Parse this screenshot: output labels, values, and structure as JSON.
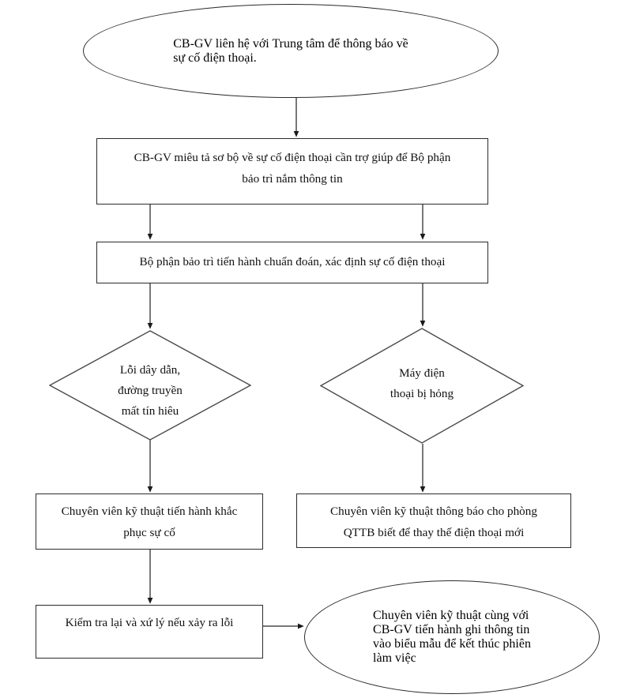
{
  "diagram": {
    "title": "Quy trinh xu ly su co dien thoai",
    "type": "flowchart",
    "stroke_color": "#2b2b2b",
    "background": "#ffffff",
    "nodes": [
      {
        "id": "start",
        "shape": "ellipse",
        "lines": [
          "CB-GV liên hệ với Trung tâm để thông báo về",
          "sự cố điện thoại."
        ]
      },
      {
        "id": "describe",
        "shape": "rectangle",
        "lines": [
          "CB-GV miêu tả sơ bộ về sự cố điện thoại cần trợ giúp để Bộ phận",
          "bảo trì nắm thông tin"
        ]
      },
      {
        "id": "diagnose",
        "shape": "rectangle",
        "lines": [
          "Bộ phận bảo trì tiến hành chuẩn đoán, xác định sự cố điện thoại"
        ]
      },
      {
        "id": "decision-line",
        "shape": "diamond",
        "lines": [
          "Lỗi dây dẫn,",
          "đường truyền",
          "mất tín hiệu"
        ],
        "clipped_last_line": true
      },
      {
        "id": "decision-phone",
        "shape": "diamond",
        "lines": [
          "Máy điện",
          "thoại bị hỏng"
        ]
      },
      {
        "id": "fix-fault",
        "shape": "rectangle",
        "lines": [
          "Chuyên viên kỹ thuật tiến hành khắc",
          "phục sự cố"
        ]
      },
      {
        "id": "notify-qttb",
        "shape": "rectangle",
        "lines": [
          "Chuyên viên kỹ thuật thông báo cho phòng",
          "QTTB biết để thay thế điện thoại mới"
        ]
      },
      {
        "id": "recheck",
        "shape": "rectangle",
        "lines": [
          "Kiểm tra lại và xứ lý nếu xảy ra lỗi"
        ]
      },
      {
        "id": "end",
        "shape": "ellipse",
        "lines": [
          "Chuyên viên kỹ thuật cùng với",
          "CB-GV tiến hành ghi thông tin",
          "vào biểu mẫu để kết thúc phiên",
          "làm việc"
        ]
      }
    ],
    "edges": [
      {
        "from": "start",
        "to": "describe",
        "direction": "down"
      },
      {
        "from": "describe",
        "to": "diagnose",
        "direction": "down-left"
      },
      {
        "from": "describe",
        "to": "diagnose",
        "direction": "down-right"
      },
      {
        "from": "diagnose",
        "to": "decision-line",
        "direction": "down"
      },
      {
        "from": "diagnose",
        "to": "decision-phone",
        "direction": "down"
      },
      {
        "from": "decision-line",
        "to": "fix-fault",
        "direction": "down"
      },
      {
        "from": "decision-phone",
        "to": "notify-qttb",
        "direction": "down"
      },
      {
        "from": "fix-fault",
        "to": "recheck",
        "direction": "down"
      },
      {
        "from": "recheck",
        "to": "end",
        "direction": "right"
      }
    ]
  }
}
